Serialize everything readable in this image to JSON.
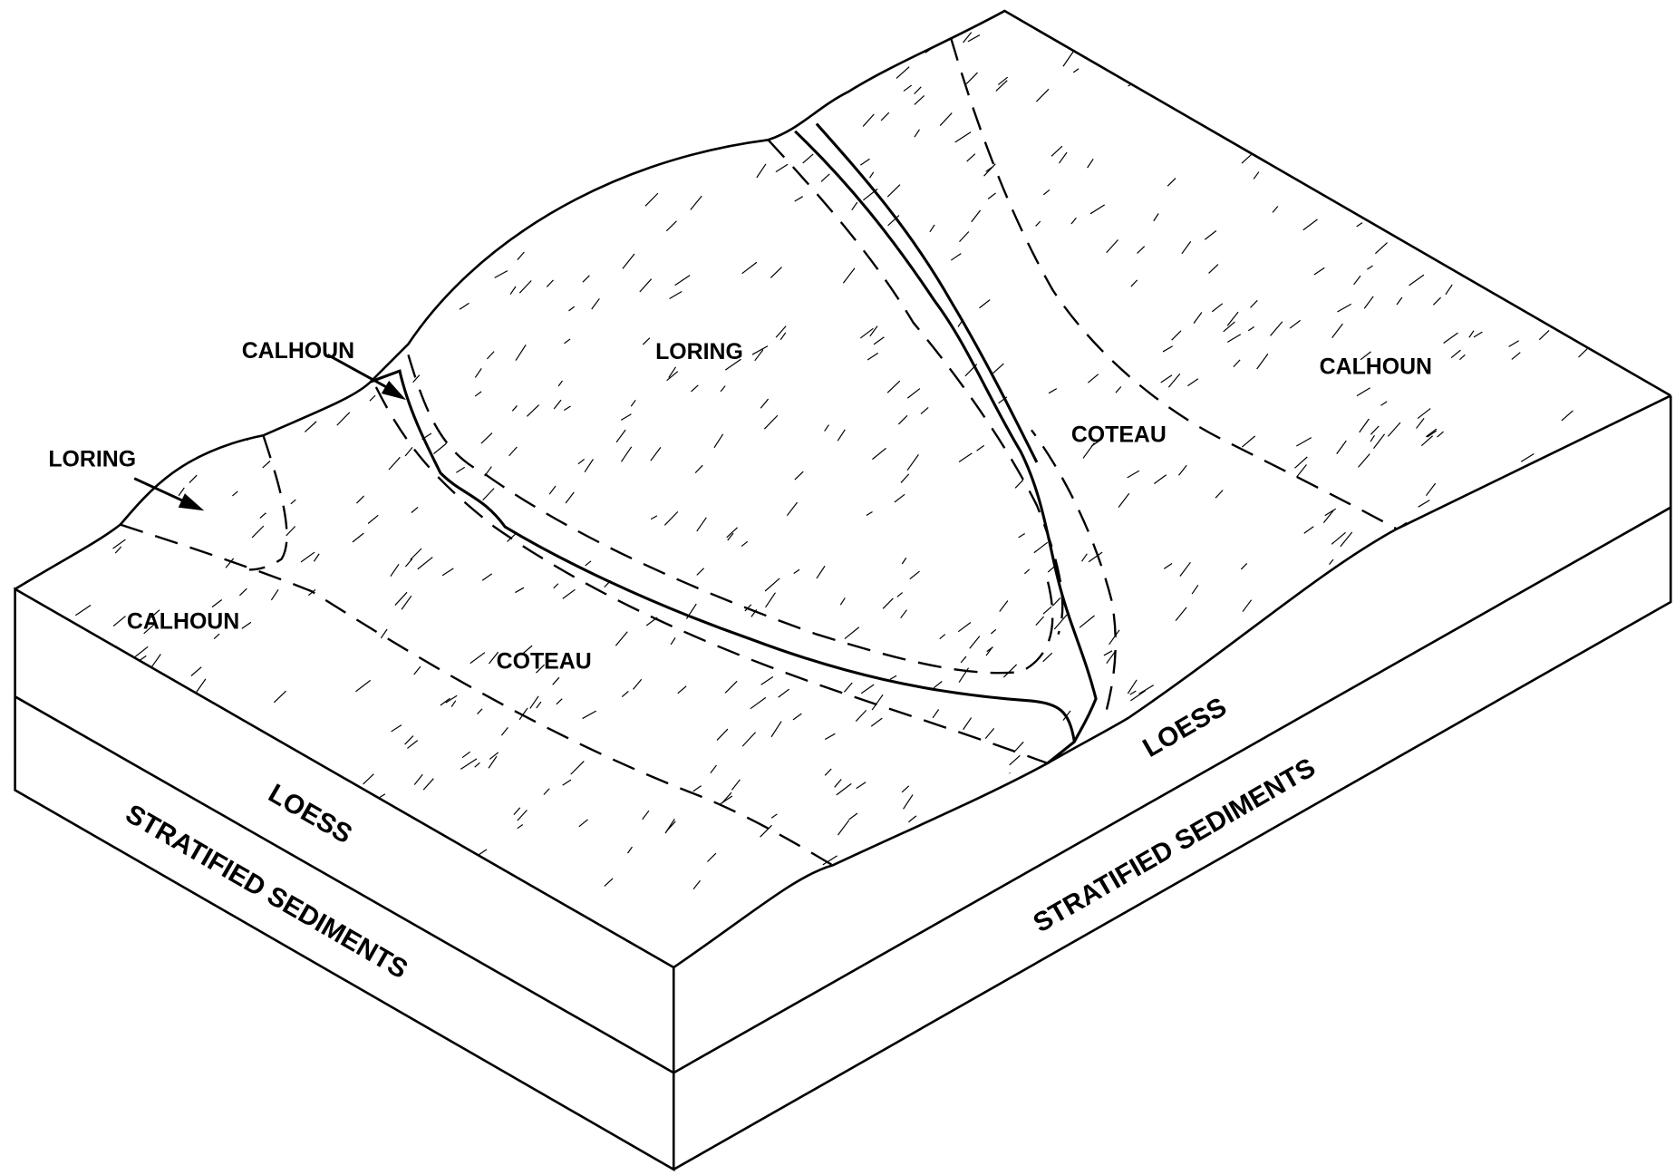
{
  "diagram": {
    "surface_labels": {
      "loring_upper": "LORING",
      "calhoun_arrow": "CALHOUN",
      "loring_arrow": "LORING",
      "calhoun_left": "CALHOUN",
      "coteau_left": "COTEAU",
      "coteau_right": "COTEAU",
      "calhoun_right": "CALHOUN"
    },
    "layer_labels": {
      "left_loess": "LOESS",
      "left_stratified": "STRATIFIED SEDIMENTS",
      "right_loess": "LOESS",
      "right_stratified": "STRATIFIED SEDIMENTS"
    }
  }
}
